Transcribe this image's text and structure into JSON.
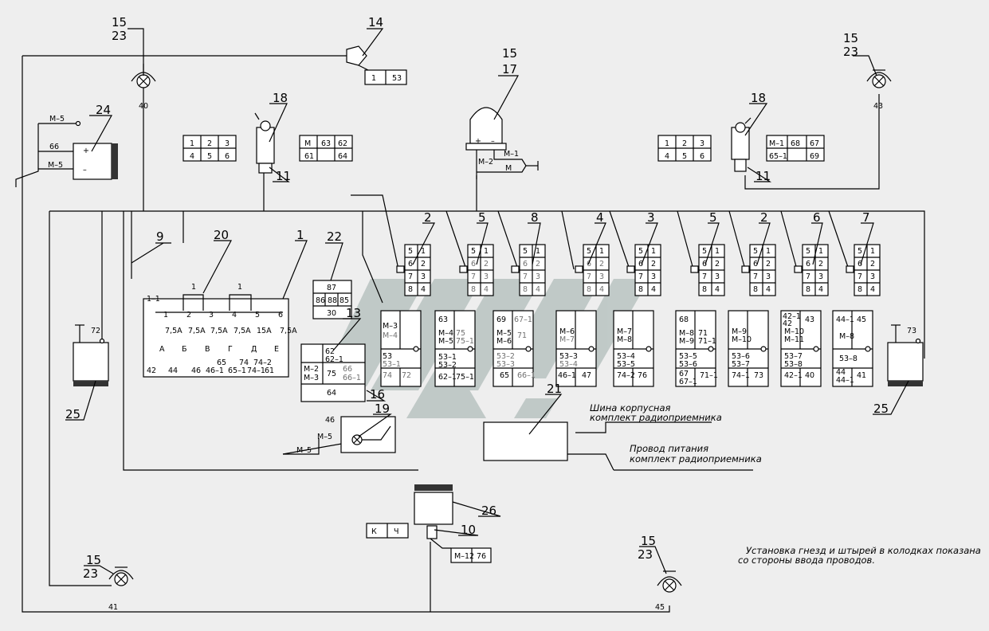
{
  "callouts": {
    "c15a": "15",
    "c23a": "23",
    "c14": "14",
    "c15b": "15",
    "c17": "17",
    "c15c": "15",
    "c23c": "23",
    "c24": "24",
    "c18a": "18",
    "c18b": "18",
    "c11a": "11",
    "c11b": "11",
    "c2a": "2",
    "c5a": "5",
    "c8": "8",
    "c4": "4",
    "c3": "3",
    "c5b": "5",
    "c2b": "2",
    "c6": "6",
    "c7": "7",
    "c9": "9",
    "c20": "20",
    "c1": "1",
    "c22": "22",
    "c13": "13",
    "c16": "16",
    "c19": "19",
    "c21": "21",
    "c25a": "25",
    "c25b": "25",
    "c26": "26",
    "c10": "10",
    "c15d": "15",
    "c23d": "23",
    "c15e": "15",
    "c23e": "23"
  },
  "wires": {
    "w40": "40",
    "w43": "43",
    "w41": "41",
    "w45": "45",
    "w72": "72",
    "w73": "73",
    "w66": "66",
    "m5a": "М–5",
    "m5b": "М–5",
    "m5c": "М–5",
    "m5d": "М–5",
    "w46": "46",
    "w1_1": "1–1",
    "w1a": "1",
    "w1b": "1",
    "f1": "1",
    "f2": "2",
    "f3": "3",
    "f4": "4",
    "f5": "5",
    "f6": "6",
    "m1": "М–1",
    "m2": "М–2",
    "mm": "М",
    "plus": "+",
    "minus": "–",
    "plus24": "+",
    "minus24": "–",
    "m12": "М–12",
    "w76": "76"
  },
  "fuses": {
    "r1": "7,5А",
    "r2": "7,5А",
    "r3": "7,5А",
    "r4": "7,5А",
    "r5": "15А",
    "r6": "7,5А",
    "la": "А",
    "lb": "Б",
    "lv": "В",
    "lg": "Г",
    "ld": "Д",
    "le": "Е",
    "b1": "42",
    "b2": "44",
    "b3": "46",
    "b4": "46–1",
    "b5": "65",
    "b6": "65–1",
    "b7": "74",
    "b8": "74–1",
    "b9": "74–2",
    "b10": "61"
  },
  "connectors": {
    "k14": [
      "1",
      "53"
    ],
    "k18a_left": [
      "1",
      "2",
      "3",
      "4",
      "5",
      "6"
    ],
    "k18a_right": [
      "М",
      "63",
      "62",
      "61",
      "64"
    ],
    "k18b_left": [
      "1",
      "2",
      "3",
      "4",
      "5",
      "6"
    ],
    "k18b_right": [
      "М–1",
      "68",
      "67",
      "65–1",
      "69"
    ],
    "k22": [
      "87",
      "86",
      "88",
      "85",
      "30"
    ],
    "k13": [
      "62",
      "62–1",
      "М–2",
      "М–3",
      "75",
      "66",
      "66–1",
      "64"
    ],
    "k10": [
      "К",
      "Ч"
    ]
  },
  "switch_pins": [
    "5",
    "1",
    "6",
    "2",
    "7",
    "3",
    "8",
    "4"
  ],
  "modules": {
    "d1": [
      "М–3",
      "М–4",
      "53",
      "53–1",
      "74",
      "72"
    ],
    "d2": [
      "63",
      "М–4",
      "75",
      "М–5",
      "75–1",
      "53–1",
      "53–2",
      "62–1",
      "75–1"
    ],
    "d3": [
      "69",
      "67–1",
      "М–5",
      "М–6",
      "71",
      "53–2",
      "53–3",
      "65",
      "66–1"
    ],
    "d4": [
      "М–6",
      "М–7",
      "53–3",
      "53–4",
      "46–1",
      "47"
    ],
    "d5": [
      "М–7",
      "М–8",
      "53–4",
      "53–5",
      "74–2",
      "76"
    ],
    "d6": [
      "68",
      "М–8",
      "М–9",
      "71",
      "71–1",
      "53–5",
      "53–6",
      "67",
      "67–1",
      "71–1"
    ],
    "d7": [
      "М–9",
      "М–10",
      "53–6",
      "53–7",
      "74–1",
      "73"
    ],
    "d8": [
      "42–1",
      "42",
      "43",
      "М–10",
      "М–11",
      "53–7",
      "53–8",
      "42–1",
      "40"
    ],
    "d9": [
      "44–1",
      "45",
      "М–8",
      "53–8",
      "44",
      "44–1",
      "41"
    ]
  },
  "annotations": {
    "shina1": "Шина корпусная",
    "shina2": "комплект радиоприемника",
    "provod1": "Провод питания",
    "provod2": "комплект радиоприемника",
    "note1": "Установка гнезд и штырей в колодках показана",
    "note2": "со стороны ввода проводов."
  },
  "colors": {
    "line": "#000000",
    "watermark": "#b9c3c1",
    "background": "#eeeeee"
  }
}
